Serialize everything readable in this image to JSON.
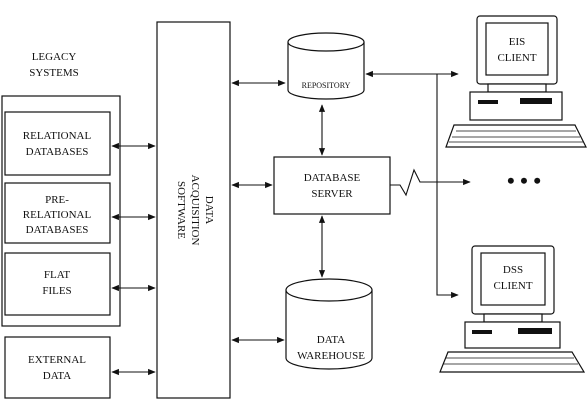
{
  "legacy": {
    "title_line1": "LEGACY",
    "title_line2": "SYSTEMS"
  },
  "relational": {
    "line1": "RELATIONAL",
    "line2": "DATABASES"
  },
  "prerelational": {
    "line1": "PRE-",
    "line2": "RELATIONAL",
    "line3": "DATABASES"
  },
  "flatfiles": {
    "line1": "FLAT",
    "line2": "FILES"
  },
  "external": {
    "line1": "EXTERNAL",
    "line2": "DATA"
  },
  "acquisition": {
    "line1": "DATA",
    "line2": "ACQUISITION",
    "line3": "SOFTWARE"
  },
  "repository": {
    "label": "REPOSITORY"
  },
  "dbserver": {
    "line1": "DATABASE",
    "line2": "SERVER"
  },
  "warehouse": {
    "line1": "DATA",
    "line2": "WAREHOUSE"
  },
  "eis": {
    "line1": "EIS",
    "line2": "CLIENT"
  },
  "dss": {
    "line1": "DSS",
    "line2": "CLIENT"
  },
  "ellipsis": "• • •"
}
